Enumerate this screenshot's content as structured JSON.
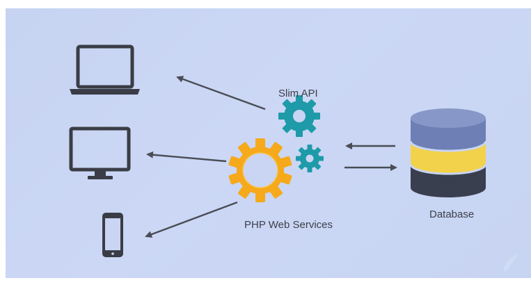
{
  "diagram": {
    "labels": {
      "slim_api": "Slim API",
      "php_web_services": "PHP Web Services",
      "database": "Database"
    },
    "nodes": [
      {
        "id": "laptop",
        "icon": "laptop-icon"
      },
      {
        "id": "desktop",
        "icon": "monitor-icon"
      },
      {
        "id": "phone",
        "icon": "smartphone-icon"
      },
      {
        "id": "slim-api",
        "icon": "gear-icon",
        "color": "#1e9aa8"
      },
      {
        "id": "php-web-services",
        "icon": "gear-icon",
        "color": "#f6a91a"
      },
      {
        "id": "database",
        "icon": "database-icon",
        "colors": [
          "#6d7fb5",
          "#f2d24b",
          "#3a3f4f"
        ]
      }
    ],
    "edges": [
      {
        "from": "slim-api",
        "to": "laptop"
      },
      {
        "from": "php-web-services",
        "to": "desktop"
      },
      {
        "from": "php-web-services",
        "to": "phone"
      },
      {
        "from": "database",
        "to": "php-web-services"
      },
      {
        "from": "php-web-services",
        "to": "database"
      }
    ]
  },
  "colors": {
    "background": "#c9d5f3",
    "device": "#3a3d45",
    "arrow": "#4a4d55",
    "teal_gear": "#1e9aa8",
    "orange_gear": "#f6a91a"
  }
}
